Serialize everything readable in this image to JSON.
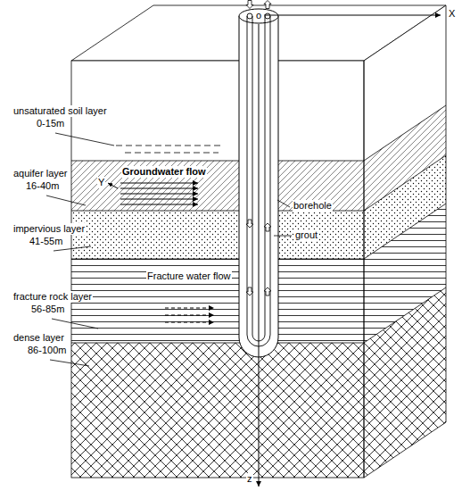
{
  "diagram": {
    "labels": [
      "unsaturated soil layer",
      "0-15m",
      "aquifer layer",
      "16-40m",
      "Groundwater flow",
      "impervious layer",
      "41-55m",
      "fracture rock layer",
      "56-85m",
      "Fracture water flow",
      "dense layer",
      "86-100m",
      "borehole",
      "grout",
      "o",
      "X",
      "Y",
      "z"
    ]
  }
}
